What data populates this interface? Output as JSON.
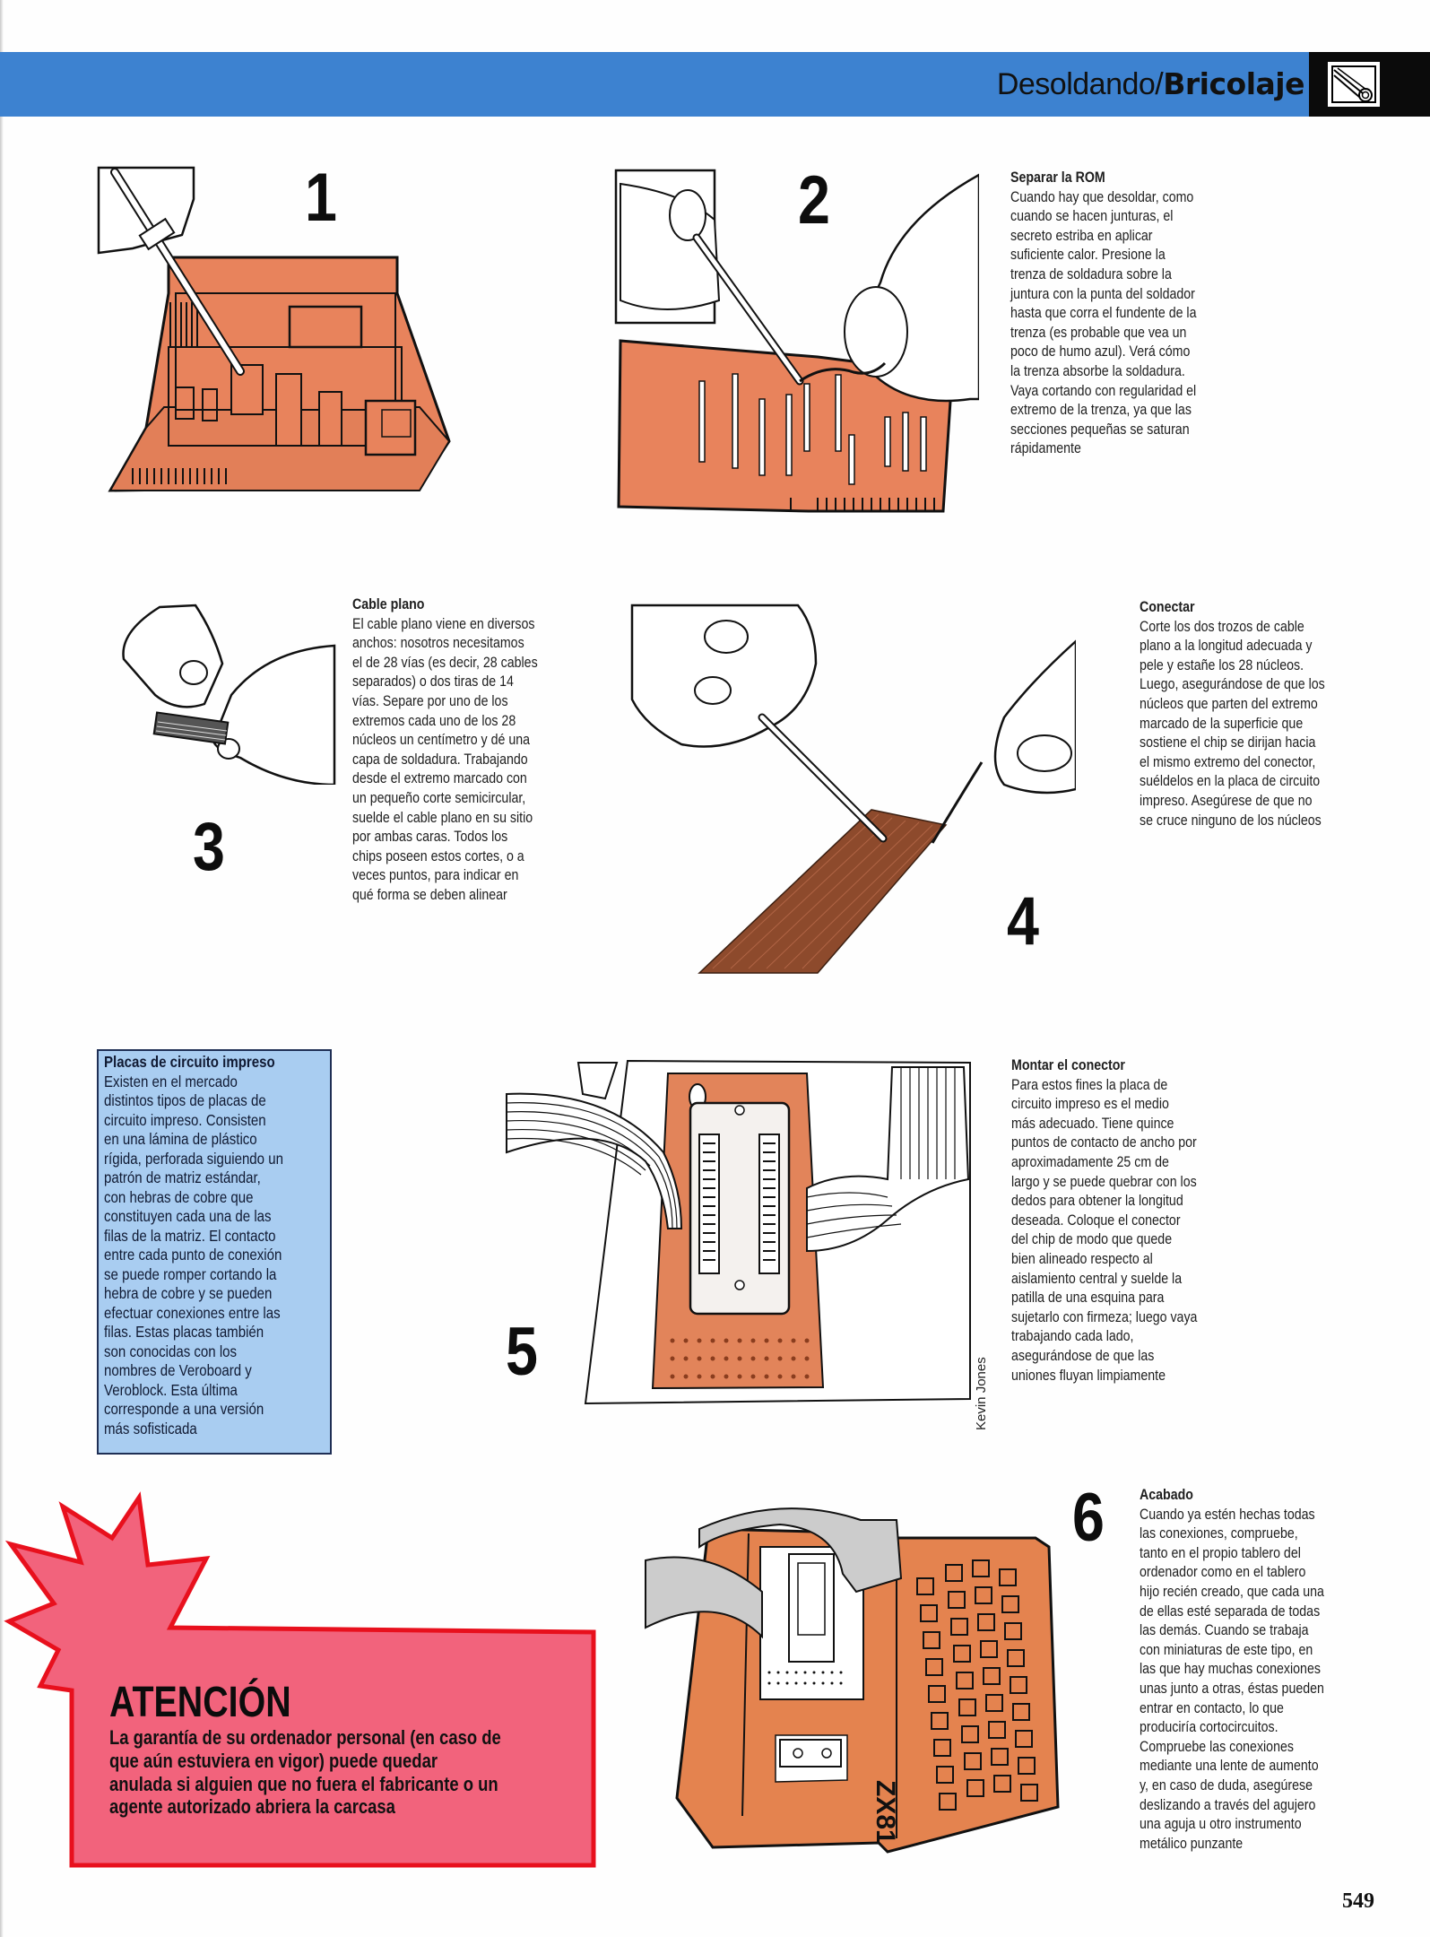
{
  "header": {
    "title_regular": "Desoldando/",
    "title_bold": "Bricolaje",
    "logo_icon": "soldering-iron-icon",
    "band_color": "#3d82d0"
  },
  "steps": [
    {
      "number": "1",
      "illustration": "Screwdriver opening computer case exposing orange circuit board"
    },
    {
      "number": "2",
      "illustration": "Soldering iron and desoldering braid on orange circuit board",
      "title": "Separar la ROM",
      "lines": [
        "Cuando hay que desoldar, como",
        "cuando se hacen junturas, el",
        "secreto estriba en aplicar",
        "suficiente calor. Presione la",
        "trenza de soldadura sobre la",
        "juntura con la punta del soldador",
        "hasta que corra el fundente de la",
        "trenza (es probable que vea un",
        "poco de humo azul). Verá cómo",
        "la trenza absorbe la soldadura.",
        "Vaya cortando con regularidad el",
        "extremo de la trenza, ya que las",
        "secciones pequeñas se saturan",
        "rápidamente"
      ]
    },
    {
      "number": "3",
      "illustration": "Hands separating flat ribbon cable",
      "title": "Cable plano",
      "lines": [
        "El cable plano viene en diversos",
        "anchos: nosotros necesitamos",
        "el de 28 vías (es decir, 28 cables",
        "separados) o dos tiras de 14",
        "vías. Separe por uno de los",
        "extremos cada uno de los 28",
        "núcleos un centímetro y dé una",
        "capa de soldadura. Trabajando",
        "desde el extremo marcado con",
        "un pequeño corte semicircular,",
        "suelde el cable plano en su sitio",
        "por ambas caras. Todos los",
        "chips poseen estos cortes, o a",
        "veces puntos, para indicar en",
        "qué forma se deben alinear"
      ]
    },
    {
      "number": "4",
      "illustration": "Soldering wire onto stripboard",
      "title": "Conectar",
      "lines": [
        "Corte los dos trozos de cable",
        "plano a la longitud adecuada y",
        "pele y estañe los 28 núcleos.",
        "Luego, asegurándose de que los",
        "núcleos que parten del extremo",
        "marcado de la superficie que",
        "sostiene el chip se dirijan hacia",
        "el mismo extremo del conector,",
        "suéldelos en la placa de circuito",
        "impreso. Asegúrese de que no",
        "se cruce ninguno de los núcleos"
      ]
    },
    {
      "number": "5",
      "illustration": "Chip socket mounted on stripboard with ribbon cables",
      "title": "Montar el conector",
      "lines": [
        "Para estos fines la placa de",
        "circuito impreso es el medio",
        "más adecuado. Tiene quince",
        "puntos de contacto de ancho por",
        "aproximadamente 25 cm de",
        "largo y se puede quebrar con los",
        "dedos para obtener la longitud",
        "deseada. Coloque el conector",
        "del chip de modo que quede",
        "bien alineado respecto al",
        "aislamiento central y suelde la",
        "patilla de una esquina para",
        "sujetarlo con firmeza; luego vaya",
        "trabajando cada lado,",
        "asegurándose de que las",
        "uniones fluyan limpiamente"
      ],
      "credit": "Kevin Jones"
    },
    {
      "number": "6",
      "illustration": "ZX81 computer with daughter board connected via ribbon cable",
      "device_label": "ZX81",
      "title": "Acabado",
      "lines": [
        "Cuando ya estén hechas todas",
        "las conexiones, compruebe,",
        "tanto en el propio tablero del",
        "ordenador como en el tablero",
        "hijo recién creado, que cada una",
        "de ellas esté separada de todas",
        "las demás. Cuando se trabaja",
        "con miniaturas de este tipo, en",
        "las que hay muchas conexiones",
        "unas junto a otras, éstas pueden",
        "entrar en contacto, lo que",
        "produciría cortocircuitos.",
        "Compruebe las conexiones",
        "mediante una lente de aumento",
        "y, en caso de duda, asegúrese",
        "deslizando a través del agujero",
        "una aguja u otro instrumento",
        "metálico punzante"
      ]
    }
  ],
  "info_box": {
    "title": "Placas de circuito impreso",
    "lines": [
      "Existen en el mercado",
      "distintos tipos de placas de",
      "circuito impreso. Consisten",
      "en una lámina de plástico",
      "rígida, perforada siguiendo un",
      "patrón de matriz estándar,",
      "con hebras de cobre que",
      "constituyen cada una de las",
      "filas de la matriz. El contacto",
      "entre cada punto de conexión",
      "se puede romper cortando la",
      "hebra de cobre y se pueden",
      "efectuar conexiones entre las",
      "filas. Estas placas también",
      "son conocidas con los",
      "nombres de Veroboard y",
      "Veroblock. Esta última",
      "corresponde a una versión",
      "más sofisticada"
    ],
    "bg_color": "#a9cdf1"
  },
  "warning": {
    "title": "ATENCIÓN",
    "lines": [
      "La garantía de su ordenador personal (en caso de",
      "que aún estuviera en vigor) puede quedar",
      "anulada si alguien que no fuera el fabricante o un",
      "agente autorizado abriera la carcasa"
    ],
    "fill_color": "#f2637c",
    "border_color": "#e8101d"
  },
  "page_number": "549"
}
